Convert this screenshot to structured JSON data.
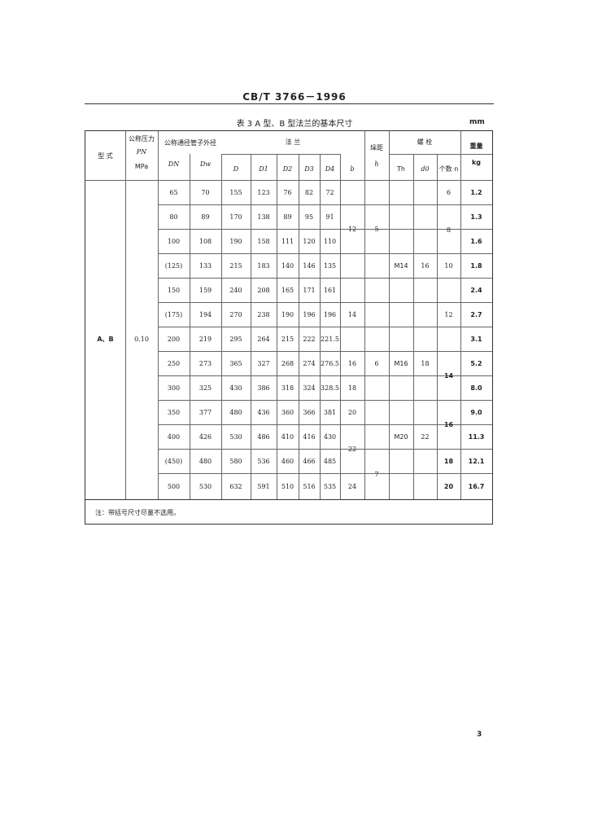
{
  "header": {
    "code": "CB/T 3766－1996"
  },
  "table": {
    "caption": "表 3   A 型、B 型法兰的基本尺寸",
    "unit": "mm",
    "headers": {
      "type": "型    式",
      "pressure_title": "公称压力",
      "pressure_sym": "PN",
      "pressure_unit": "MPa",
      "dn_pipe_title": "公称通径管子外径",
      "flange_title": "法        兰",
      "pitch_title": "垛距",
      "bolt_title": "螺     栓",
      "weight_title": "重量",
      "weight_unit": "kg",
      "dn": "DN",
      "dw": "Dw",
      "d_outer": "D",
      "d1": "D1",
      "d2": "D2",
      "d3": "D3",
      "d4": "D4",
      "b": "b",
      "h": "h",
      "th": "Th",
      "d0": "d0",
      "count": "个数 n"
    },
    "type_value": "A、B",
    "pressure_value": "0.10",
    "rows": [
      {
        "dn": "65",
        "dw": "70",
        "d": "155",
        "d1": "123",
        "d2": "76",
        "d3": "82",
        "d4": "72",
        "weight": "1.2"
      },
      {
        "dn": "80",
        "dw": "89",
        "d": "170",
        "d1": "138",
        "d2": "89",
        "d3": "95",
        "d4": "91",
        "weight": "1.3"
      },
      {
        "dn": "100",
        "dw": "108",
        "d": "190",
        "d1": "158",
        "d2": "111",
        "d3": "120",
        "d4": "110",
        "weight": "1.6"
      },
      {
        "dn": "(125)",
        "dw": "133",
        "d": "215",
        "d1": "183",
        "d2": "140",
        "d3": "146",
        "d4": "135",
        "weight": "1.8"
      },
      {
        "dn": "150",
        "dw": "159",
        "d": "240",
        "d1": "208",
        "d2": "165",
        "d3": "171",
        "d4": "161",
        "weight": "2.4"
      },
      {
        "dn": "(175)",
        "dw": "194",
        "d": "270",
        "d1": "238",
        "d2": "190",
        "d3": "196",
        "d4": "196",
        "weight": "2.7"
      },
      {
        "dn": "200",
        "dw": "219",
        "d": "295",
        "d1": "264",
        "d2": "215",
        "d3": "222",
        "d4": "221.5",
        "weight": "3.1"
      },
      {
        "dn": "250",
        "dw": "273",
        "d": "365",
        "d1": "327",
        "d2": "268",
        "d3": "274",
        "d4": "276.5",
        "weight": "5.2"
      },
      {
        "dn": "300",
        "dw": "325",
        "d": "430",
        "d1": "386",
        "d2": "318",
        "d3": "324",
        "d4": "328.5",
        "weight": "8.0"
      },
      {
        "dn": "350",
        "dw": "377",
        "d": "480",
        "d1": "436",
        "d2": "360",
        "d3": "366",
        "d4": "381",
        "weight": "9.0"
      },
      {
        "dn": "400",
        "dw": "426",
        "d": "530",
        "d1": "486",
        "d2": "410",
        "d3": "416",
        "d4": "430",
        "weight": "11.3"
      },
      {
        "dn": "(450)",
        "dw": "480",
        "d": "580",
        "d1": "536",
        "d2": "460",
        "d3": "466",
        "d4": "485",
        "weight": "12.1"
      },
      {
        "dn": "500",
        "dw": "530",
        "d": "632",
        "d1": "591",
        "d2": "510",
        "d3": "516",
        "d4": "535",
        "weight": "16.7"
      }
    ],
    "merged": {
      "b_12": "12",
      "b_14": "14",
      "b_16": "16",
      "b_18": "18",
      "b_20": "20",
      "b_22": "22",
      "b_24": "24",
      "h_5": "5",
      "h_6": "6",
      "h_7": "7",
      "th_m14": "M14",
      "th_m16": "M16",
      "th_m20": "M20",
      "d0_16": "16",
      "d0_18": "18",
      "d0_22": "22",
      "n_6": "6",
      "n_8": "8",
      "n_10": "10",
      "n_12": "12",
      "n_14": "14",
      "n_16": "16",
      "n_18": "18",
      "n_20": "20"
    },
    "note": "注：带括号尺寸尽量不选用。"
  },
  "page_number": "3"
}
